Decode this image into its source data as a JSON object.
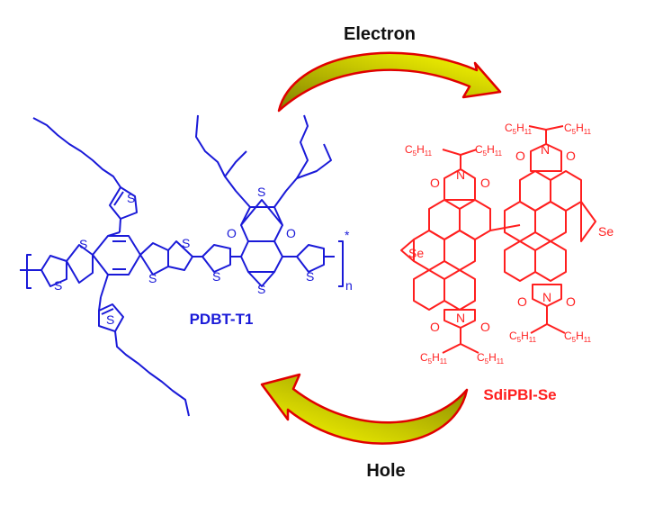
{
  "arrows": {
    "top_label": "Electron",
    "bottom_label": "Hole",
    "fill_gradient_start": "#ffff00",
    "fill_gradient_end": "#808000",
    "outline_color": "#e00000"
  },
  "donor": {
    "name": "PDBT-T1",
    "color": "#1a1ad8",
    "atoms": {
      "sulfur": "S",
      "oxygen": "O",
      "end_group": "*",
      "repeat_subscript": "n"
    }
  },
  "acceptor": {
    "name": "SdiPBI-Se",
    "color": "#ff1f1f",
    "atoms": {
      "selenium": "Se",
      "nitrogen": "N",
      "oxygen": "O",
      "chain_prefix": "C",
      "chain_sub_5": "5",
      "chain_h": "H",
      "chain_sub_11": "11"
    }
  }
}
